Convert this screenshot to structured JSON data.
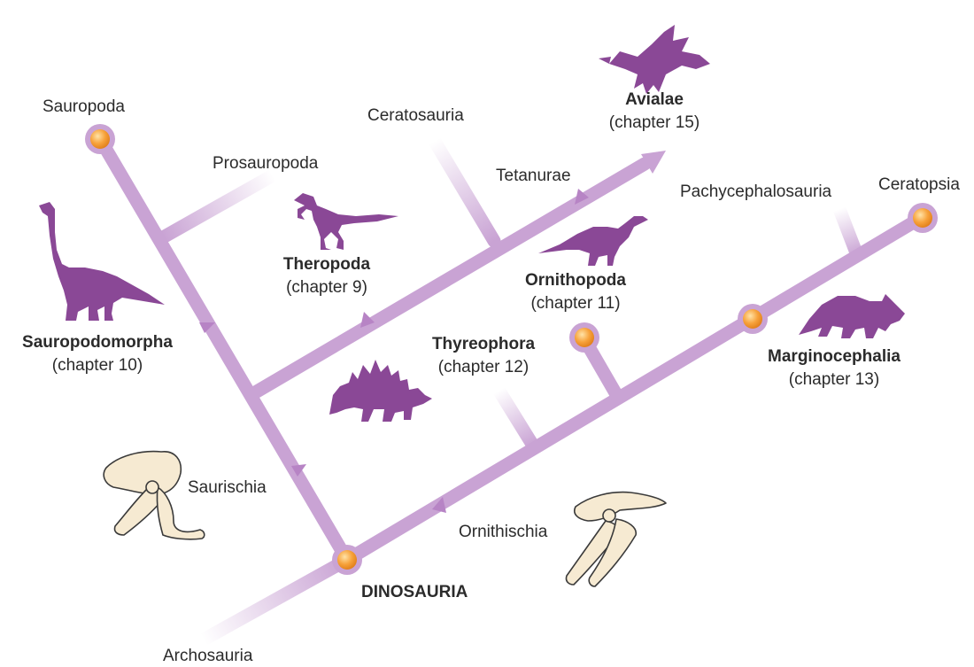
{
  "colors": {
    "branch": "#c9a3d4",
    "node_fill": "#f7a23b",
    "node_ring": "#c9a3d4",
    "silhouette": "#8a4896",
    "bone_fill": "#f6ead2",
    "bone_stroke": "#3a3a3a",
    "text": "#2b2b2b"
  },
  "labels": {
    "sauropoda": "Sauropoda",
    "prosauropoda": "Prosauropoda",
    "ceratosauria": "Ceratosauria",
    "tetanurae": "Tetanurae",
    "pachycephalosauria": "Pachycephalosauria",
    "ceratopsia": "Ceratopsia",
    "saurischia": "Saurischia",
    "ornithischia": "Ornithischia",
    "dinosauria": "DINOSAURIA",
    "archosauria": "Archosauria"
  },
  "groups": {
    "avialae": {
      "name": "Avialae",
      "chapter": "(chapter 15)"
    },
    "theropoda": {
      "name": "Theropoda",
      "chapter": "(chapter 9)"
    },
    "sauropodomorpha": {
      "name": "Sauropodomorpha",
      "chapter": "(chapter 10)"
    },
    "ornithopoda": {
      "name": "Ornithopoda",
      "chapter": "(chapter 11)"
    },
    "thyreophora": {
      "name": "Thyreophora",
      "chapter": "(chapter 12)"
    },
    "marginocephalia": {
      "name": "Marginocephalia",
      "chapter": "(chapter 13)"
    }
  },
  "icons": {
    "bird": "bird-silhouette-icon",
    "theropod": "theropod-silhouette-icon",
    "sauropod": "sauropod-silhouette-icon",
    "ornithopod": "ornithopod-silhouette-icon",
    "stegosaur": "stegosaur-silhouette-icon",
    "ceratopsian": "ceratopsian-silhouette-icon",
    "saurischian_pelvis": "saurischian-pelvis-icon",
    "ornithischian_pelvis": "ornithischian-pelvis-icon"
  }
}
